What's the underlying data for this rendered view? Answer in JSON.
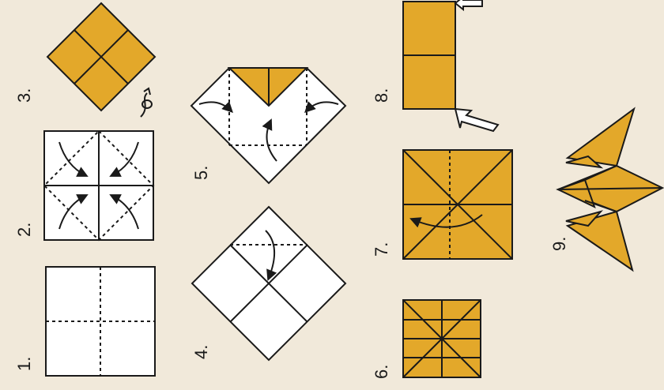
{
  "colors": {
    "background": "#f1e9da",
    "paper_white": "#ffffff",
    "paper_gold": "#e3a82a",
    "ink": "#1a1a1a"
  },
  "steps": [
    {
      "label": "1."
    },
    {
      "label": "2."
    },
    {
      "label": "3."
    },
    {
      "label": "4."
    },
    {
      "label": "5."
    },
    {
      "label": "6."
    },
    {
      "label": "7."
    },
    {
      "label": "8."
    },
    {
      "label": "9."
    }
  ]
}
